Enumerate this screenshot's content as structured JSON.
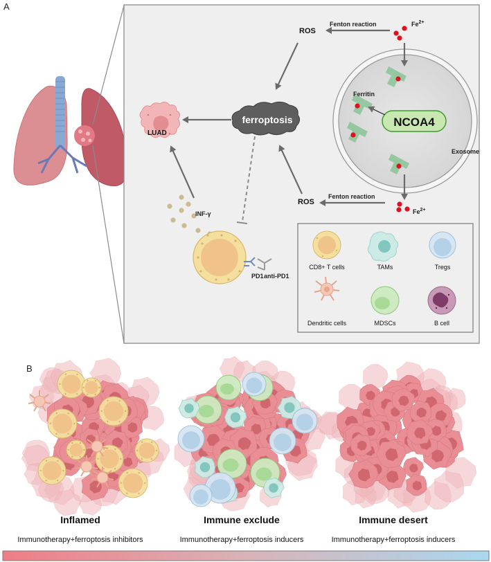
{
  "panel_a": {
    "label": "A",
    "ros_top": "ROS",
    "fenton_top": "Fenton reaction",
    "fe_top": "Fe",
    "fe_top_sup": "2+",
    "ferritin": "Ferritin",
    "ncoa4": "NCOA4",
    "exosome": "Exosome",
    "ferroptosis": "ferroptosis",
    "luad": "LUAD",
    "infg": "INF-γ",
    "ros_bottom": "ROS",
    "fenton_bottom": "Fenton reaction",
    "fe_bottom": "Fe",
    "fe_bottom_sup": "2+",
    "pd1": "PD1",
    "anti_pd1": "anti-PD1",
    "legend": {
      "cd8": "CD8+ T cells",
      "tams": "TAMs",
      "tregs": "Tregs",
      "dendritic": "Dendritic cells",
      "mdscs": "MDSCs",
      "bcell": "B cell"
    }
  },
  "panel_b": {
    "label": "B",
    "inflamed_title": "Inflamed",
    "inflamed_sub": "Immunotherapy+ferroptosis inhibitors",
    "exclude_title": "Immune exclude",
    "exclude_sub": "Immunotherapy+ferroptosis inducers",
    "desert_title": "Immune desert",
    "desert_sub": "Immunotherapy+ferroptosis inducers"
  },
  "colors": {
    "panel_bg": "#efefef",
    "arrow": "#6b6b6b",
    "ncoa4_fill": "#c9e7b0",
    "ncoa4_stroke": "#3f9a2e",
    "ferritin": "#8dc49a",
    "iron": "#e0101e",
    "tumor": "#e58a8f",
    "cd8": "#f3d48f",
    "tam": "#bfe3df",
    "treg": "#bcd6ea",
    "mdsc": "#bfe4b0",
    "bcell": "#8a4a72",
    "gradient_left": "#ef7d86",
    "gradient_right": "#a9d8f0"
  }
}
